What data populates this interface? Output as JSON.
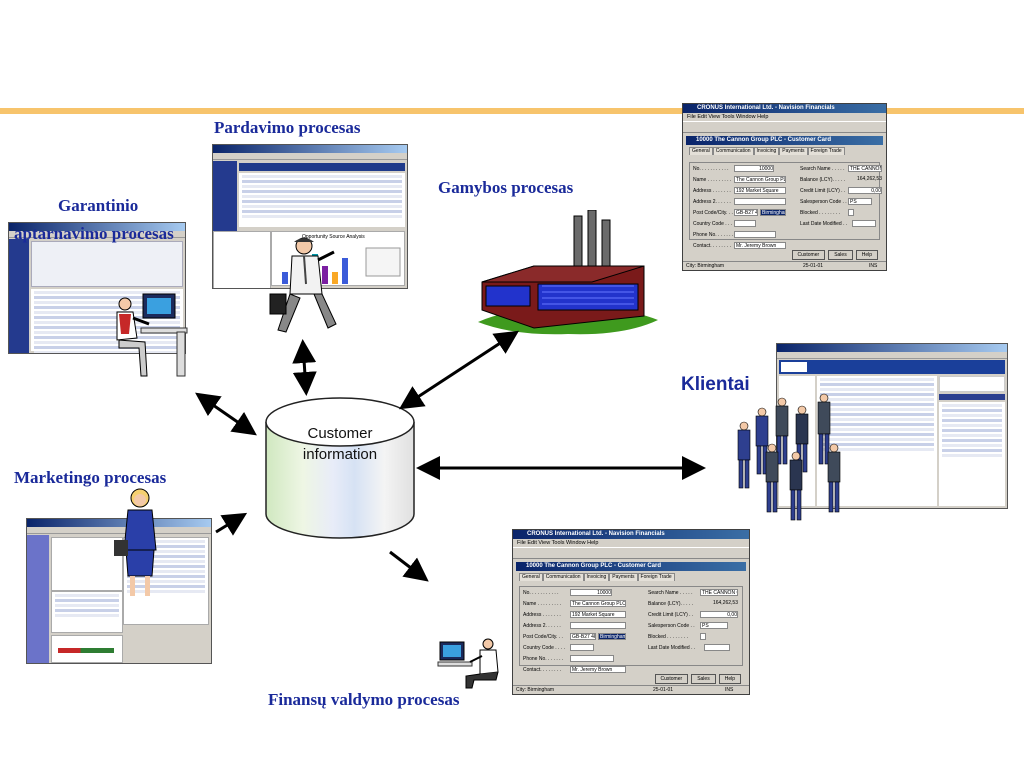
{
  "labels": {
    "pardavimo": "Pardavimo  procesas",
    "gamybos": "Gamybos procesas",
    "garantinio_1": "Garantinio",
    "garantinio_2": "aptarnavimo procesas",
    "klientai": "Klientai",
    "marketingo": "Marketingo  procesas",
    "finansu": "Finansų valdymo procesas"
  },
  "database": {
    "line1": "Customer",
    "line2": "information"
  },
  "customer_card": {
    "app_title": "CRONUS International Ltd. - Navision Financials",
    "menu": "File  Edit  View  Tools  Window  Help",
    "form_title": "10000 The Cannon Group PLC - Customer Card",
    "tabs": [
      "General",
      "Communication",
      "Invoicing",
      "Payments",
      "Foreign Trade"
    ],
    "fields_left": [
      {
        "label": "No. . . . . . . . . . .",
        "value": "10000"
      },
      {
        "label": "Name . . . . . . . . .",
        "value": "The Cannon Group PLC"
      },
      {
        "label": "Address . . . . . . .",
        "value": "192 Market Square"
      },
      {
        "label": "Address 2. . . . . .",
        "value": ""
      },
      {
        "label": "Post Code/City. . .",
        "value": "GB-B27 4KT"
      },
      {
        "label": "Country Code . . . .",
        "value": ""
      },
      {
        "label": "Phone No. . . . . . .",
        "value": ""
      },
      {
        "label": "Contact. . . . . . . .",
        "value": "Mr. Jeremy Brown"
      }
    ],
    "city_value": "Birmingham",
    "fields_right": [
      {
        "label": "Search Name . . . . .",
        "value": "THE CANNON GR..."
      },
      {
        "label": "Balance (LCY). . . . .",
        "value": "164,262,53"
      },
      {
        "label": "Credit Limit (LCY) . .",
        "value": "0,00"
      },
      {
        "label": "Salesperson Code . .",
        "value": "PS"
      },
      {
        "label": "Blocked . . . . . . . .",
        "value": ""
      },
      {
        "label": "Last Date Modified . .",
        "value": ""
      }
    ],
    "buttons": [
      "Customer",
      "Sales",
      "Help"
    ],
    "status_city": "City: Birmingham",
    "status_date": "25-01-01",
    "status_ins": "INS"
  },
  "sales_window": {
    "chart_title": "Opportunity Source Analysis"
  },
  "colors": {
    "label_blue": "#1a2a9a",
    "accent_bar": "#f7c46c",
    "arrow": "#000000"
  }
}
